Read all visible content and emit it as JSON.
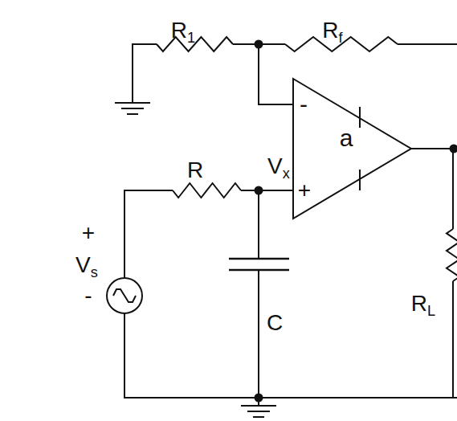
{
  "diagram": {
    "nodes": [
      {
        "text": [
          "-",
          "+",
          "a"
        ]
      }
    ],
    "labels": [
      "R1",
      "Rf",
      "R",
      "Vx",
      "+",
      "Vs",
      "-",
      "C",
      "RL"
    ]
  }
}
